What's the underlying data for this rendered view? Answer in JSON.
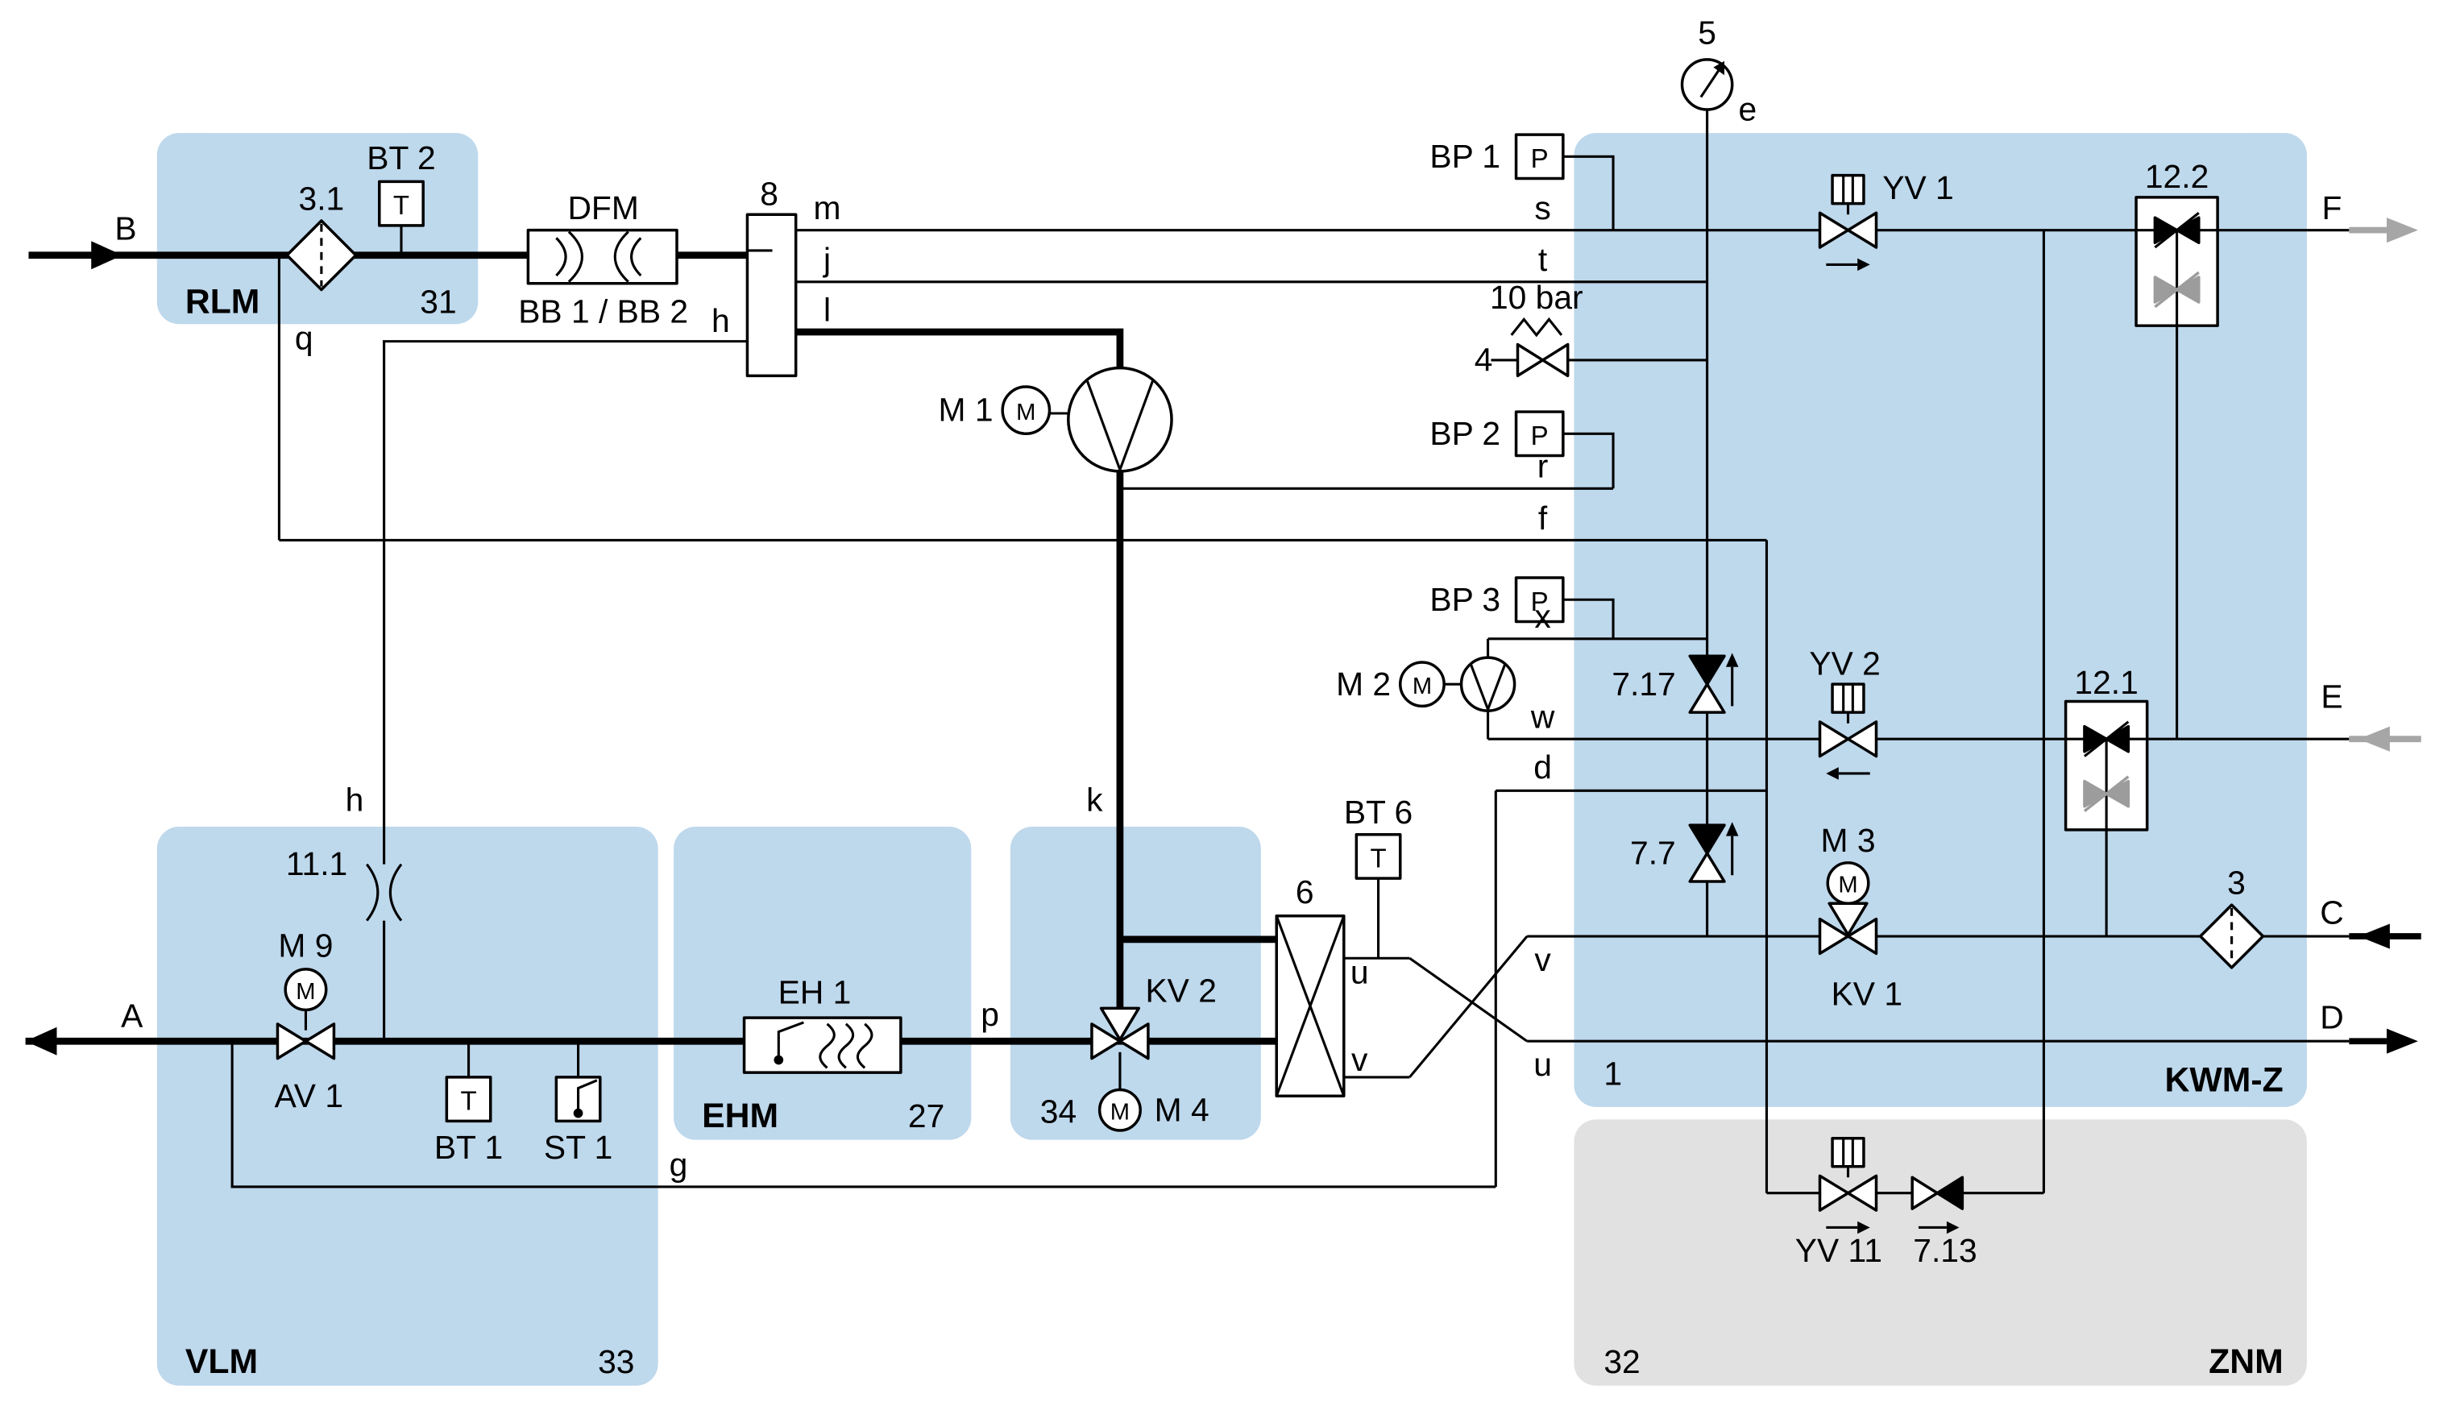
{
  "regions": {
    "rlm": {
      "name": "RLM",
      "number": "31"
    },
    "vlm": {
      "name": "VLM",
      "number": "33"
    },
    "ehm": {
      "name": "EHM",
      "number": "27"
    },
    "mix": {
      "number": "34"
    },
    "kwmz": {
      "name": "KWM-Z",
      "number": "1"
    },
    "znm": {
      "name": "ZNM",
      "number": "32"
    }
  },
  "ports": {
    "A": "A",
    "B": "B",
    "C": "C",
    "D": "D",
    "E": "E",
    "F": "F"
  },
  "lines": {
    "m": "m",
    "j": "j",
    "l": "l",
    "q": "q",
    "h": "h",
    "s": "s",
    "t": "t",
    "r": "r",
    "f": "f",
    "x": "x",
    "w": "w",
    "d": "d",
    "k": "k",
    "g": "g",
    "p": "p",
    "u": "u",
    "v": "v",
    "e": "e"
  },
  "components": {
    "filter_31": "3.1",
    "filter_3": "3",
    "bt2": "BT 2",
    "bt1": "BT 1",
    "bt6": "BT 6",
    "st1": "ST 1",
    "dfm": "DFM",
    "bb12": "BB 1 / BB 2",
    "unit8": "8",
    "m1": "M 1",
    "m2": "M 2",
    "m3": "M 3",
    "m4": "M 4",
    "m9": "M 9",
    "bp1": "BP 1",
    "bp2": "BP 2",
    "bp3": "BP 3",
    "relief_num": "4",
    "relief_set": "10 bar",
    "gauge": "5",
    "yv1": "YV 1",
    "yv2": "YV 2",
    "yv11": "YV 11",
    "kv1": "KV 1",
    "kv2": "KV 2",
    "av1": "AV 1",
    "c717": "7.17",
    "c77": "7.7",
    "c713": "7.13",
    "b122": "12.2",
    "b121": "12.1",
    "coupling": "11.1",
    "hx": "6",
    "eh1": "EH 1"
  },
  "glyphs": {
    "temp": "T",
    "press": "P",
    "motor": "M"
  },
  "colors": {
    "module_blue": "#bed8ec",
    "module_gray": "#e1e1e1",
    "line_black": "#000000",
    "arrow_gray": "#a6a6a6",
    "valve_gray": "#9c9c9c"
  }
}
